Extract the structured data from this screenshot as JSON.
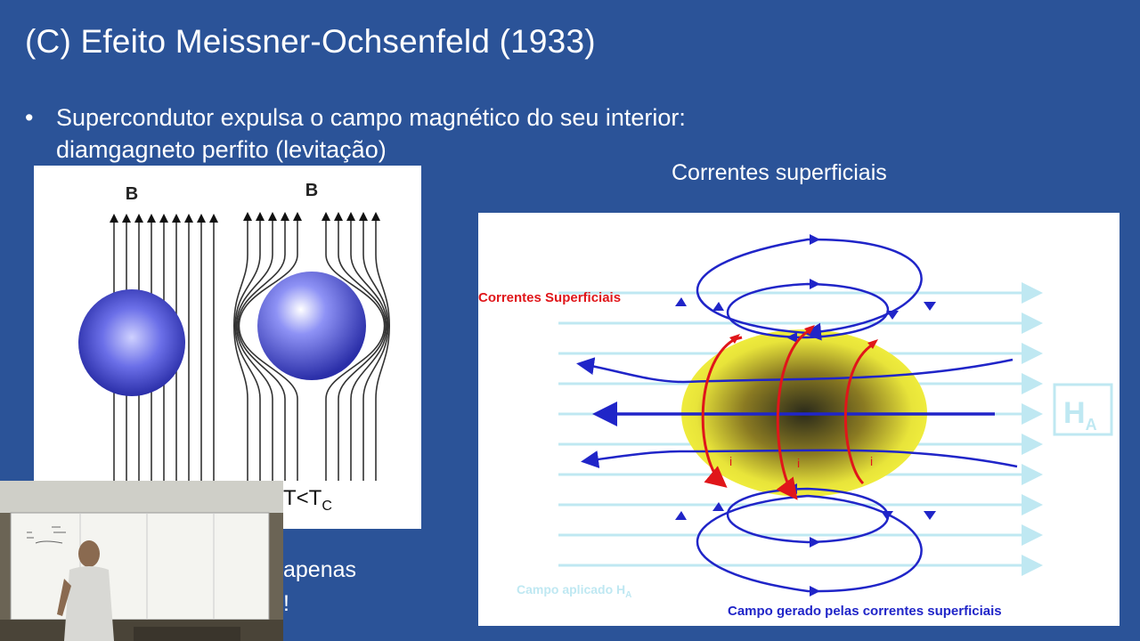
{
  "slide": {
    "title": "(C) Efeito Meissner-Ochsenfeld (1933)",
    "bullet_marker": "•",
    "bullet_text": "Supercondutor expulsa o campo magnético do seu interior: diamgagneto perfito (levitação)",
    "subtitle": "Correntes superficiais",
    "partial_line1": "apenas",
    "partial_line2": "!"
  },
  "left_figure": {
    "label_b_left": "B",
    "label_b_right": "B",
    "temp_label": "T<T",
    "temp_sub": "C",
    "sphere_color": "#3a3fd0"
  },
  "right_figure": {
    "label_currents": "Correntes Superficiais",
    "label_applied": "Campo aplicado H",
    "label_applied_sub": "A",
    "label_generated": "Campo gerado pelas correntes superficiais",
    "ha_box": "H",
    "ha_sub": "A",
    "current_symbol": "i",
    "colors": {
      "field_lines": "#2025c8",
      "currents": "#e0161a",
      "applied_field": "#bfe8f2",
      "sphere": "#f2f03a"
    }
  }
}
